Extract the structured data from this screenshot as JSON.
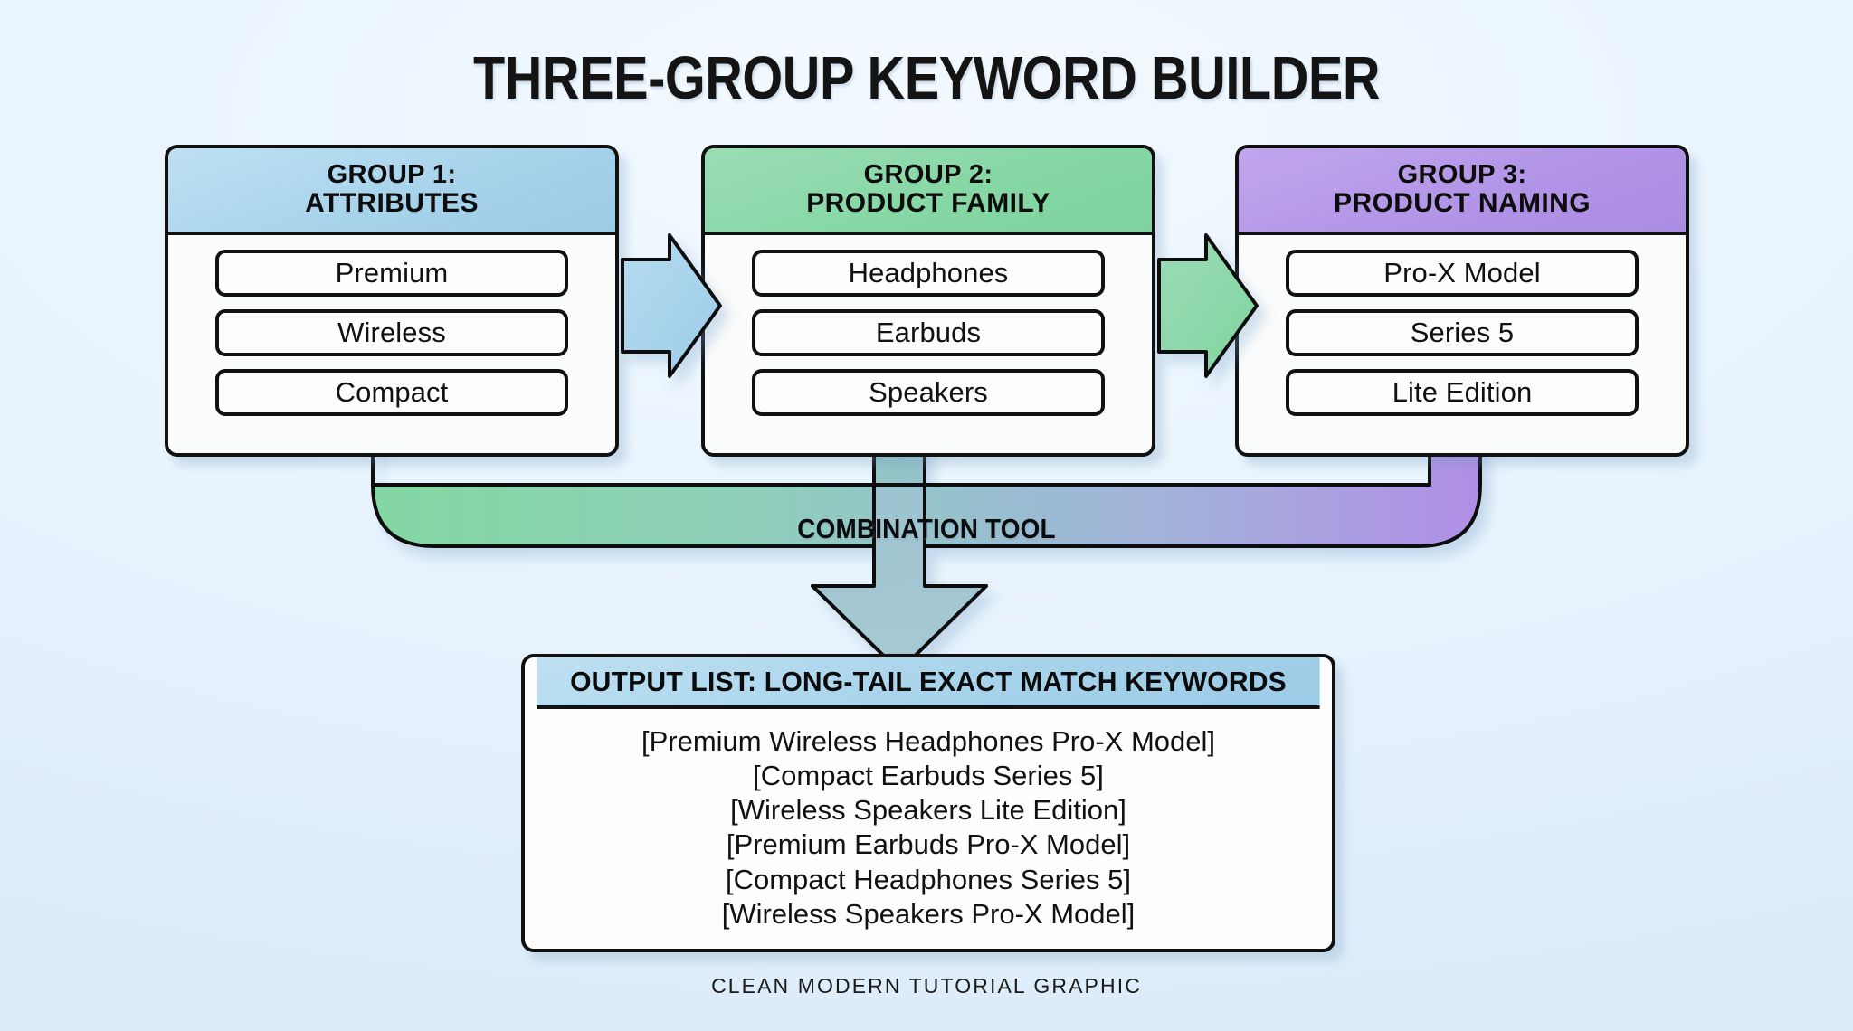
{
  "title": "THREE-GROUP KEYWORD BUILDER",
  "footer": "CLEAN MODERN TUTORIAL GRAPHIC",
  "combination": {
    "label": "COMBINATION TOOL"
  },
  "groups": [
    {
      "head_line1": "GROUP 1:",
      "head_line2": "ATTRIBUTES",
      "color": "#a6d2ea",
      "items": [
        "Premium",
        "Wireless",
        "Compact"
      ]
    },
    {
      "head_line1": "GROUP 2:",
      "head_line2": "PRODUCT FAMILY",
      "color": "#85d7a4",
      "items": [
        "Headphones",
        "Earbuds",
        "Speakers"
      ]
    },
    {
      "head_line1": "GROUP 3:",
      "head_line2": "PRODUCT NAMING",
      "color": "#b194e7",
      "items": [
        "Pro-X Model",
        "Series 5",
        "Lite Edition"
      ]
    }
  ],
  "output": {
    "header": "OUTPUT LIST: LONG-TAIL EXACT MATCH KEYWORDS",
    "header_color": "#a6d2ea",
    "keywords": [
      "[Premium Wireless Headphones Pro-X Model]",
      "[Compact Earbuds Series 5]",
      "[Wireless Speakers Lite Edition]",
      "[Premium Earbuds Pro-X Model]",
      "[Compact Headphones Series 5]",
      "[Wireless Speakers Pro-X Model]"
    ]
  },
  "connectors": {
    "arrow1_color": "#a6d2ea",
    "arrow2_color": "#85d7a4",
    "bar_gradient_from": "#85d7a4",
    "bar_gradient_mid": "#93c2cf",
    "bar_gradient_to": "#b194e7",
    "down_arrow_color": "#9cc0cf"
  },
  "background": {
    "color": "#e9f4fd"
  }
}
